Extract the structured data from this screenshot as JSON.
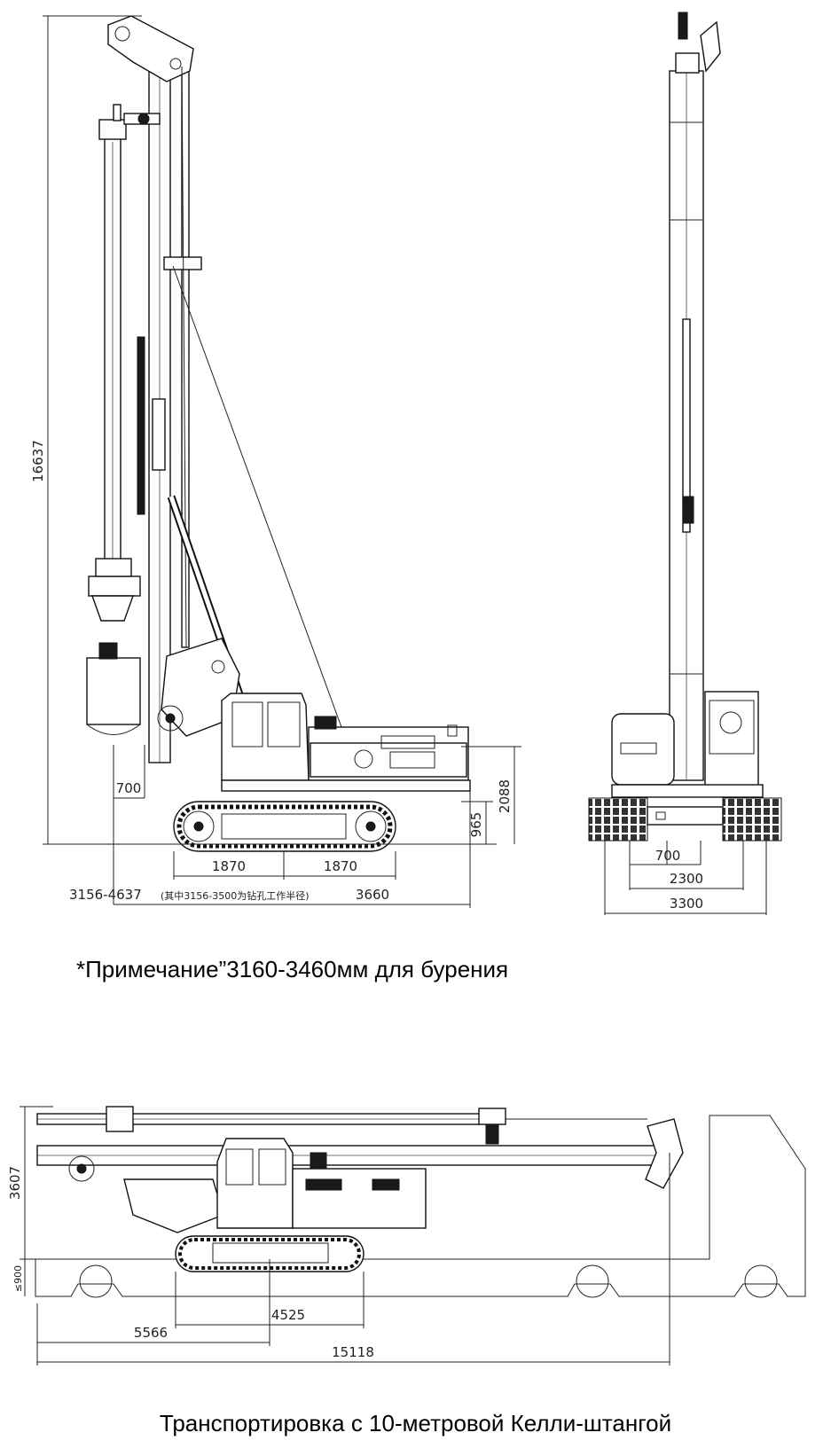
{
  "side_view": {
    "dims": {
      "height_total": "16637",
      "overhang": "700",
      "height_cab": "2088",
      "height_track": "965",
      "track_left": "1870",
      "track_right": "1870",
      "radius_range": "3156-4637",
      "radius_note": "(其中3156-3500为钻孔工作半径)",
      "tail_length": "3660"
    }
  },
  "front_view": {
    "dims": {
      "mast_offset": "700",
      "track_gauge": "2300",
      "overall_width": "3300"
    }
  },
  "note": "*Примечание”3160-3460мм для бурения",
  "transport_view": {
    "dims": {
      "height": "3607",
      "trailer_deck": "≤900",
      "track_span": "4525",
      "front_distance": "5566",
      "total_length": "15118"
    }
  },
  "transport_caption": "Транспортировка с 10-метровой Келли-штангой"
}
